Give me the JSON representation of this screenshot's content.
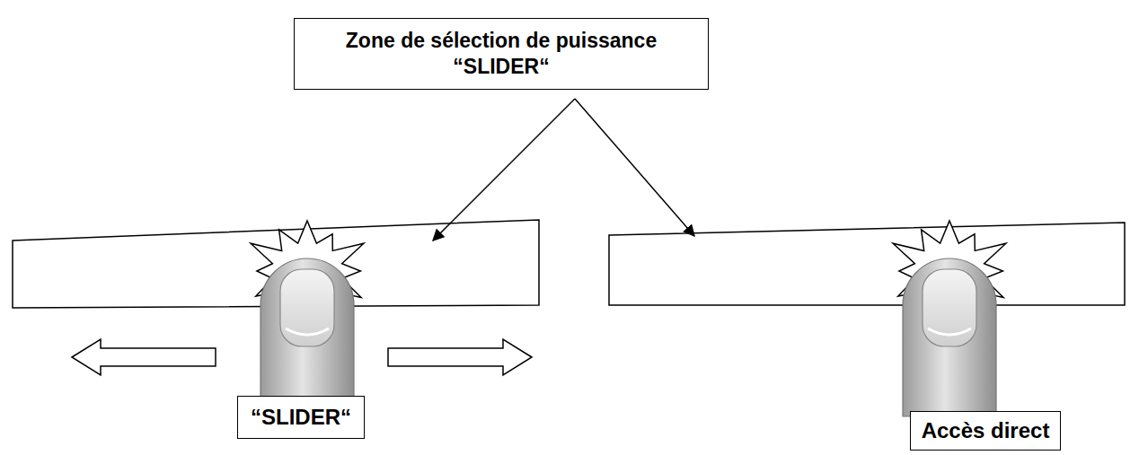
{
  "diagram": {
    "nodes": [
      {
        "text": [
          "Zone de sélection de puissance “SLIDER“"
        ]
      },
      {
        "text": [
          "“SLIDER“"
        ]
      },
      {
        "text": [
          "Accès direct"
        ]
      }
    ]
  }
}
